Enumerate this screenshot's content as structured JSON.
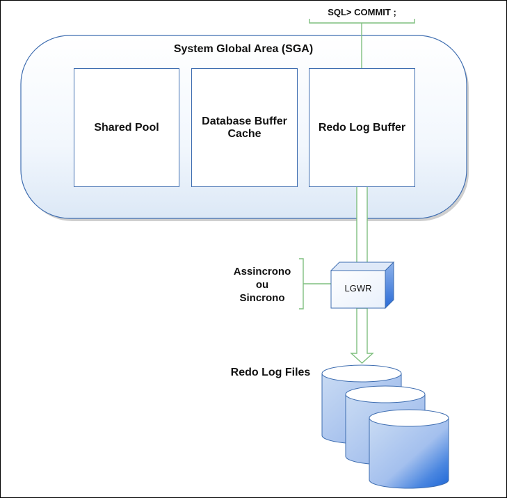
{
  "command": "SQL> COMMIT ;",
  "sga": {
    "title": "System Global Area (SGA)",
    "components": {
      "shared_pool": "Shared Pool",
      "buffer_cache_line1": "Database Buffer",
      "buffer_cache_line2": "Cache",
      "redo_log_buffer": "Redo Log Buffer"
    }
  },
  "lgwr": {
    "label": "LGWR",
    "mode": [
      "Assincrono",
      "ou",
      "Sincrono"
    ]
  },
  "redo_log_files": {
    "label": "Redo Log Files",
    "count": 3
  },
  "colors": {
    "border_blue": "#3e6db0",
    "arrow_green": "#7fbf7f",
    "sga_fill": "#eef4fb",
    "cylinder_fill": "#b9d0f0"
  }
}
